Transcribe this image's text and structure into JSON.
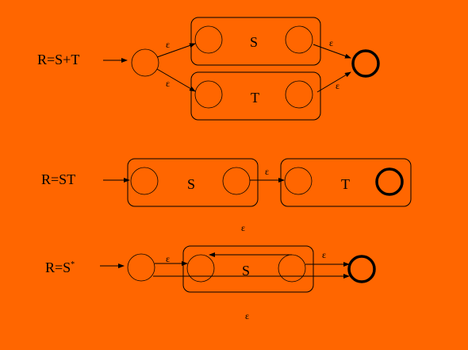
{
  "slide": {
    "background": "#FF6600",
    "union": {
      "label": "R=S+T",
      "box_top": "S",
      "box_bottom": "T",
      "eps": [
        "ε",
        "ε",
        "ε",
        "ε"
      ]
    },
    "concat": {
      "label": "R=ST",
      "box_left": "S",
      "box_right": "T",
      "eps_mid": "ε",
      "eps_below": "ε"
    },
    "star": {
      "label_main": "R=S",
      "label_sup": "*",
      "box": "S",
      "eps_start": "ε",
      "eps_end": "ε",
      "eps_below": "ε"
    }
  }
}
